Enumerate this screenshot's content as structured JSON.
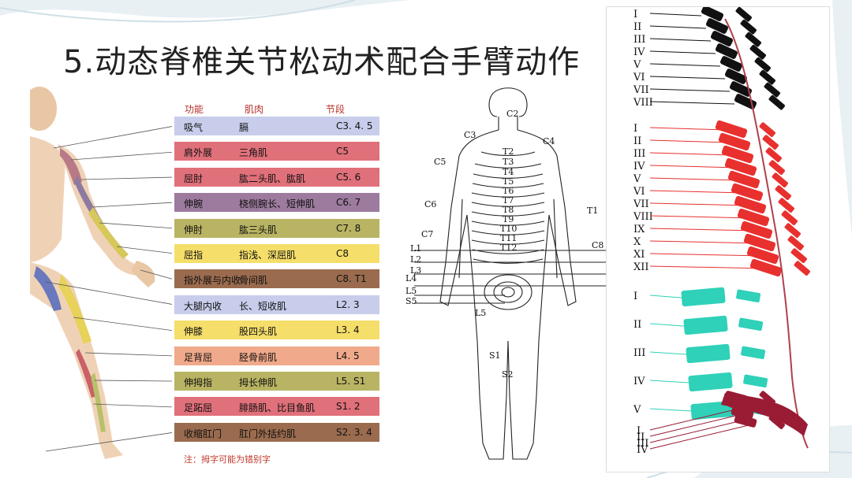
{
  "title": "5.动态脊椎关节松动术配合手臂动作",
  "table": {
    "headers": [
      "功能",
      "肌肉",
      "节段"
    ],
    "rows": [
      {
        "func": "吸气",
        "muscle": "膈",
        "seg": "C3. 4. 5",
        "color": "#c7cdea"
      },
      {
        "func": "肩外展",
        "muscle": "三角肌",
        "seg": "C5",
        "color": "#e0707a"
      },
      {
        "func": "屈肘",
        "muscle": "肱二头肌、肱肌",
        "seg": "C5. 6",
        "color": "#e0707a"
      },
      {
        "func": "伸腕",
        "muscle": "桡侧腕长、短伸肌",
        "seg": "C6. 7",
        "color": "#9c7b9e"
      },
      {
        "func": "伸肘",
        "muscle": "肱三头肌",
        "seg": "C7. 8",
        "color": "#b9b463"
      },
      {
        "func": "屈指",
        "muscle": "指浅、深屈肌",
        "seg": "C8",
        "color": "#f5de6a"
      },
      {
        "func": "指外展与内收",
        "muscle": "骨间肌",
        "seg": "C8. T1",
        "color": "#9a6b4e"
      },
      {
        "func": "大腿内收",
        "muscle": "长、短收肌",
        "seg": "L2. 3",
        "color": "#c7cdea"
      },
      {
        "func": "伸膝",
        "muscle": "股四头肌",
        "seg": "L3. 4",
        "color": "#f5de6a"
      },
      {
        "func": "足背屈",
        "muscle": "胫骨前肌",
        "seg": "L4. 5",
        "color": "#f0a98a"
      },
      {
        "func": "伸拇指",
        "muscle": "拇长伸肌",
        "seg": "L5. S1",
        "color": "#b9b463"
      },
      {
        "func": "足跖屈",
        "muscle": "腓肠肌、比目鱼肌",
        "seg": "S1. 2",
        "color": "#e0707a"
      },
      {
        "func": "收缩肛门",
        "muscle": "肛门外括约肌",
        "seg": "S2. 3. 4",
        "color": "#9a6b4e"
      }
    ],
    "note": "注：拇字可能为错别字"
  },
  "dermatome": {
    "labels": [
      "C2",
      "C3",
      "C4",
      "C5",
      "C6",
      "C7",
      "C8",
      "T1",
      "T2",
      "T3",
      "T4",
      "T5",
      "T6",
      "T7",
      "T8",
      "T9",
      "T10",
      "T11",
      "T12",
      "L1",
      "L2",
      "L3",
      "L4",
      "L5",
      "S5",
      "L5",
      "S1",
      "S2"
    ]
  },
  "spine": {
    "cervical": [
      "I",
      "II",
      "III",
      "IV",
      "V",
      "VI",
      "VII",
      "VIII"
    ],
    "thoracic": [
      "I",
      "II",
      "III",
      "IV",
      "V",
      "VI",
      "VII",
      "VIII",
      "IX",
      "X",
      "XI",
      "XII"
    ],
    "lumbar": [
      "I",
      "II",
      "III",
      "IV",
      "V"
    ],
    "sacral": [
      "I",
      "II",
      "III",
      "IV"
    ],
    "colors": {
      "cervical": "#111111",
      "thoracic": "#e8312f",
      "lumbar": "#2fd1b8",
      "sacral": "#9a1b34"
    }
  }
}
